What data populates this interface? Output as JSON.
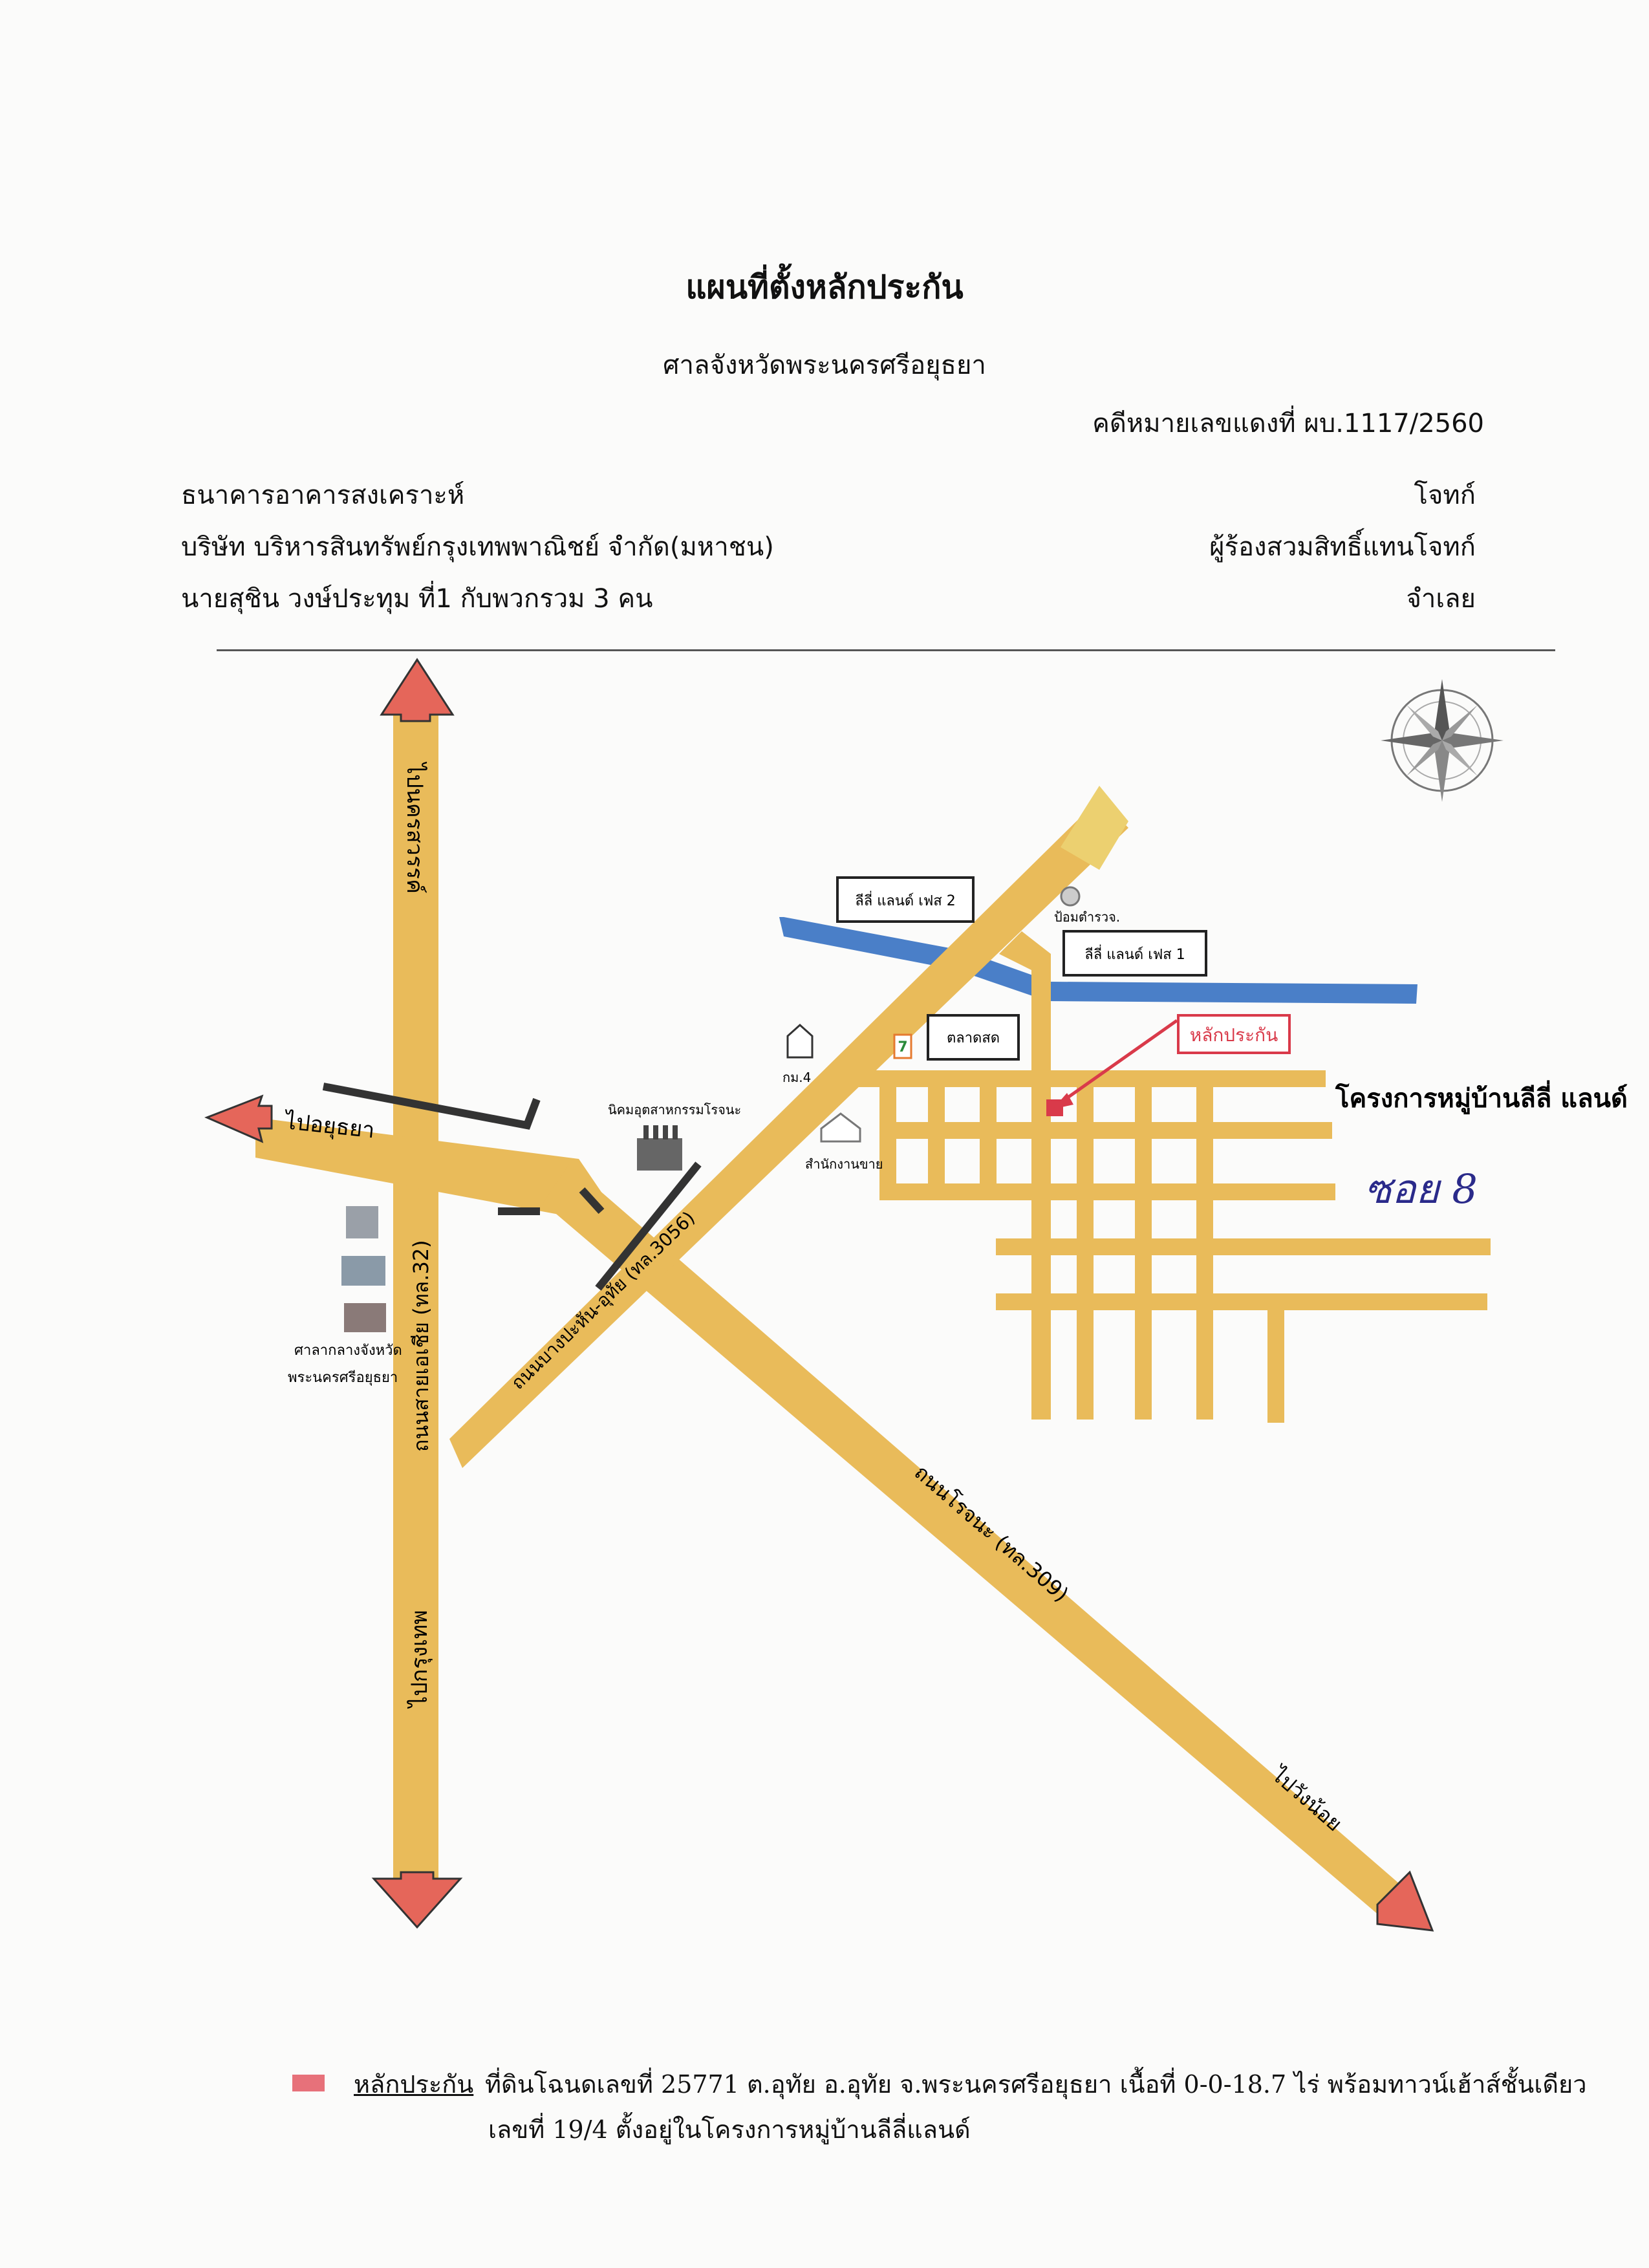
{
  "header": {
    "title": "แผนที่ตั้งหลักประกัน",
    "court": "ศาลจังหวัดพระนครศรีอยุธยา",
    "case_number": "คดีหมายเลขแดงที่ ผบ.1117/2560"
  },
  "parties": [
    {
      "name": "ธนาคารอาคารสงเคราะห์",
      "role": "โจทก์"
    },
    {
      "name": "บริษัท บริหารสินทรัพย์กรุงเทพพาณิชย์ จำกัด(มหาชน)",
      "role": "ผู้ร้องสวมสิทธิ์แทนโจทก์"
    },
    {
      "name": "นายสุชิน วงษ์ประทุม ที่1 กับพวกรวม 3 คน",
      "role": "จำเลย"
    }
  ],
  "map": {
    "directions": {
      "north": "ไปนครสวรรค์",
      "west": "ไปอยุธยา",
      "south": "ไปกรุงเทพ",
      "southeast": "ไปวังน้อย"
    },
    "roads": {
      "asia": "ถนนสายเอเชีย (ทล.32)",
      "rojana": "ถนนโรจนะ (ทล.309)",
      "bangpahan": "ถนนบางปะหัน-อุทัย (ทล.3056)"
    },
    "landmarks": {
      "lili_phase2": "ลีลี่ แลนด์ เฟส 2",
      "lili_phase1": "ลีลี่ แลนด์ เฟส 1",
      "police": "ป้อมตำรวจ.",
      "market": "ตลาดสด",
      "kbank": "กม.4",
      "factory": "นิคมอุตสาหกรรมโรจนะ",
      "office": "สำนักงานขาย",
      "provincial": "ศาลากลางจังหวัด",
      "provincial2": "พระนครศรีอยุธยา",
      "collateral_tag": "หลักประกัน",
      "project": "โครงการหมู่บ้านลีลี่ แลนด์",
      "soi_note": "ซอย 8"
    }
  },
  "legend": {
    "title": "หลักประกัน",
    "line1": "ที่ดินโฉนดเลขที่ 25771 ต.อุทัย อ.อุทัย จ.พระนครศรีอยุธยา เนื้อที่ 0-0-18.7 ไร่ พร้อมทาวน์เฮ้าส์ชั้นเดียว",
    "line2": "เลขที่ 19/4 ตั้งอยู่ในโครงการหมู่บ้านลีลี่แลนด์",
    "swatch_color": "#e7717a"
  },
  "colors": {
    "road": "#e9bb5a",
    "arrow": "#e5665a",
    "river": "#4a7fc8",
    "collateral": "#d93a4a"
  }
}
